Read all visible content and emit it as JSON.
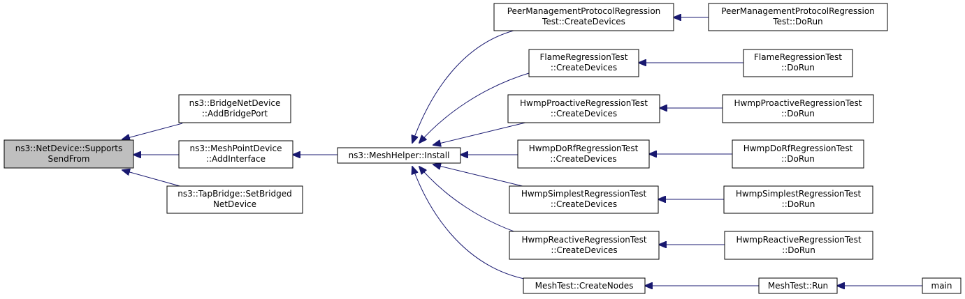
{
  "diagram": {
    "colors": {
      "edge": "#191970",
      "root_fill": "#bfbfbf",
      "node_fill": "#ffffff",
      "border": "#000000"
    },
    "nodes": {
      "root": [
        "ns3::NetDevice::Supports",
        "SendFrom"
      ],
      "bridge": [
        "ns3::BridgeNetDevice",
        "::AddBridgePort"
      ],
      "meshpoint": [
        "ns3::MeshPointDevice",
        "::AddInterface"
      ],
      "tapbridge": [
        "ns3::TapBridge::SetBridged",
        "NetDevice"
      ],
      "install": [
        "ns3::MeshHelper::Install"
      ],
      "peer_cd": [
        "PeerManagementProtocolRegression",
        "Test::CreateDevices"
      ],
      "flame_cd": [
        "FlameRegressionTest",
        "::CreateDevices"
      ],
      "proactive_cd": [
        "HwmpProactiveRegressionTest",
        "::CreateDevices"
      ],
      "dorf_cd": [
        "HwmpDoRfRegressionTest",
        "::CreateDevices"
      ],
      "simplest_cd": [
        "HwmpSimplestRegressionTest",
        "::CreateDevices"
      ],
      "reactive_cd": [
        "HwmpReactiveRegressionTest",
        "::CreateDevices"
      ],
      "meshtest_cn": [
        "MeshTest::CreateNodes"
      ],
      "peer_run": [
        "PeerManagementProtocolRegression",
        "Test::DoRun"
      ],
      "flame_run": [
        "FlameRegressionTest",
        "::DoRun"
      ],
      "proactive_run": [
        "HwmpProactiveRegressionTest",
        "::DoRun"
      ],
      "dorf_run": [
        "HwmpDoRfRegressionTest",
        "::DoRun"
      ],
      "simplest_run": [
        "HwmpSimplestRegressionTest",
        "::DoRun"
      ],
      "reactive_run": [
        "HwmpReactiveRegressionTest",
        "::DoRun"
      ],
      "meshtest_run": [
        "MeshTest::Run"
      ],
      "main": [
        "main"
      ]
    },
    "edges": [
      [
        "bridge",
        "root"
      ],
      [
        "meshpoint",
        "root"
      ],
      [
        "tapbridge",
        "root"
      ],
      [
        "install",
        "meshpoint"
      ],
      [
        "peer_cd",
        "install"
      ],
      [
        "flame_cd",
        "install"
      ],
      [
        "proactive_cd",
        "install"
      ],
      [
        "dorf_cd",
        "install"
      ],
      [
        "simplest_cd",
        "install"
      ],
      [
        "reactive_cd",
        "install"
      ],
      [
        "meshtest_cn",
        "install"
      ],
      [
        "peer_run",
        "peer_cd"
      ],
      [
        "flame_run",
        "flame_cd"
      ],
      [
        "proactive_run",
        "proactive_cd"
      ],
      [
        "dorf_run",
        "dorf_cd"
      ],
      [
        "simplest_run",
        "simplest_cd"
      ],
      [
        "reactive_run",
        "reactive_cd"
      ],
      [
        "meshtest_run",
        "meshtest_cn"
      ],
      [
        "main",
        "meshtest_run"
      ]
    ]
  }
}
